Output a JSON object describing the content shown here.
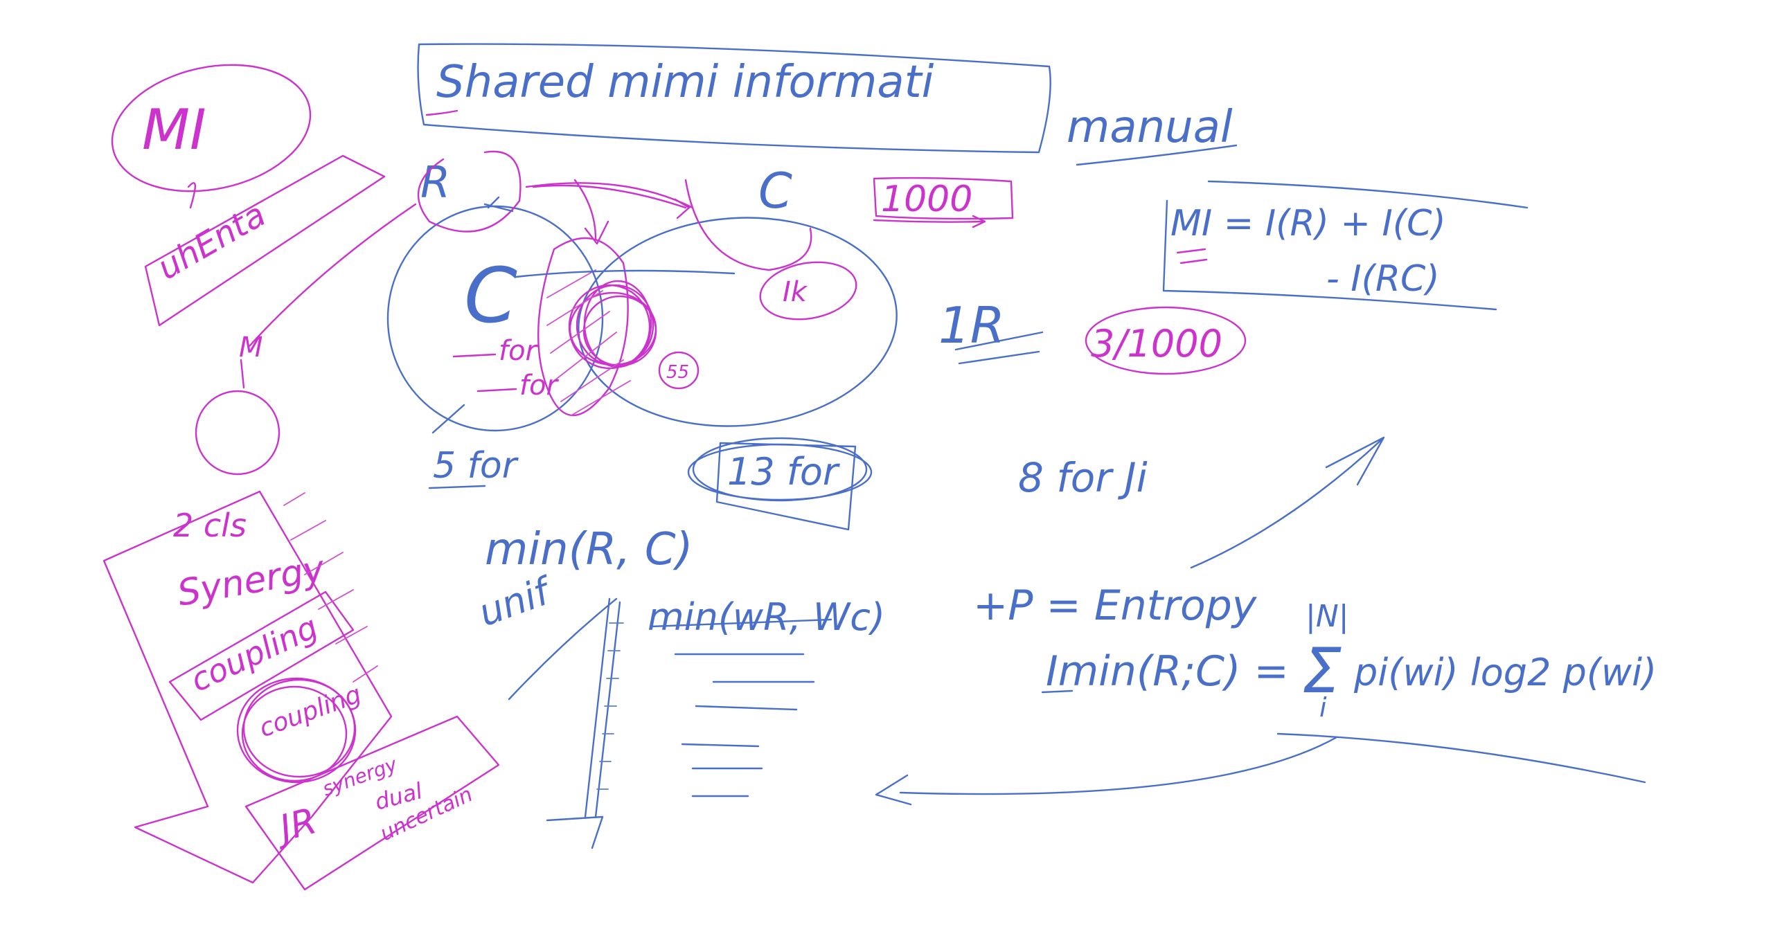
{
  "canvas": {
    "background": "#ffffff",
    "ink_colors": {
      "blue": "#4a6fc9",
      "pink": "#cc33cc"
    }
  },
  "title": "Shared mimi informati",
  "notes": {
    "mi_left": "MI",
    "mi_left_label": "uhEnta",
    "manual": "manual",
    "r_label": "R",
    "c_label": "C",
    "c_inner": "C",
    "thousand": "1000",
    "ik_bubble": "Ik",
    "tag_55": "55",
    "for1": "for",
    "for2": "for",
    "one_r": "1R",
    "ratio": "3/1000",
    "mi_formula_line1": "MI = I(R) + I(C)",
    "mi_formula_line2": "- I(RC)",
    "five_for": "5 for",
    "thirteen_for": "13 for",
    "eight_for": "8 for Ji",
    "min_rc": "min(R, C)",
    "unif": "unif",
    "min_w": "min(wR, Wc)",
    "p_entropy": "+P = Entropy",
    "i_min": "Imin(R;C) =",
    "sum_upper": "|N|",
    "sum_lower": "i",
    "sum_terms": "pi(wi) log2 p(wi)",
    "stack_2": "2 cls",
    "stack_synergy": "Synergy",
    "stack_coupling": "coupling",
    "stack_oval": "coupling",
    "stack_bottom_1": "JR",
    "stack_bottom_2": "synergy",
    "stack_bottom_3": "dual",
    "stack_bottom_4": "uncertain",
    "tiny_m": "M"
  }
}
